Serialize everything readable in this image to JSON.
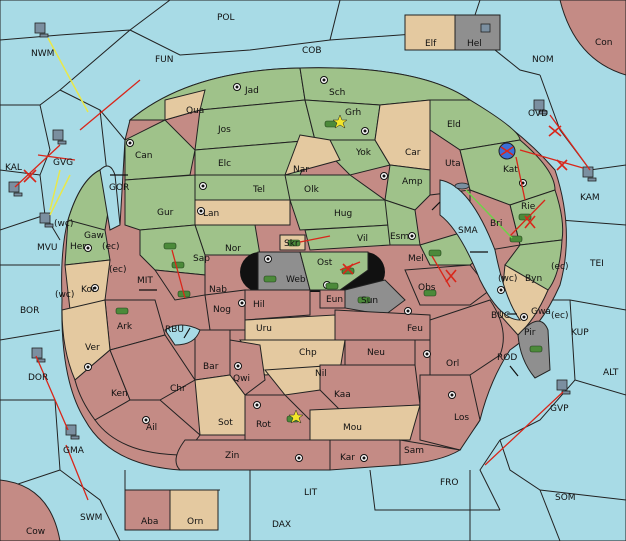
{
  "colors": {
    "sea": "#a8dbe6",
    "green_power": "#9fc28a",
    "tan_neutral": "#e4c9a0",
    "red_power": "#c48b85",
    "grey_power": "#8f8f8f",
    "yellow_move": "#e8e84a",
    "red_attack": "#d9261a",
    "green_move": "#6fd14a"
  },
  "seas": {
    "POL": "POL",
    "COB": "COB",
    "FUN": "FUN",
    "NOM": "NOM",
    "NWM": "NWM",
    "OVD": "OVD",
    "KAL": "KAL",
    "GVG": "GVG",
    "MVU": "MVU",
    "GOR": "GOR",
    "KAM": "KAM",
    "SMA": "SMA",
    "TEI": "TEI",
    "MIT": "MIT",
    "BOR": "BOR",
    "RBU": "RBU",
    "BUC": "BUC",
    "KUP": "KUP",
    "ROD": "ROD",
    "ALT": "ALT",
    "DOR": "DOR",
    "GVP": "GVP",
    "GMA": "GMA",
    "FRO": "FRO",
    "SOM": "SOM",
    "LIT": "LIT",
    "SWM": "SWM",
    "DAX": "DAX"
  },
  "lands": {
    "Jad": "Jad",
    "Sch": "Sch",
    "Qua": "Qua",
    "Jos": "Jos",
    "Grh": "Grh",
    "Can": "Can",
    "Yok": "Yok",
    "Car": "Car",
    "Eld": "Eld",
    "Elc": "Elc",
    "Nar": "Nar",
    "Uta": "Uta",
    "Kat": "Kat",
    "Tel": "Tel",
    "Olk": "Olk",
    "Amp": "Amp",
    "Gaw": "Gaw",
    "Gur": "Gur",
    "Lan": "Lan",
    "Hug": "Hug",
    "Rie": "Rie",
    "Bri": "Bri",
    "Nor": "Nor",
    "Skr": "Skr",
    "Vil": "Vil",
    "Esm": "Esm",
    "Her": "Her",
    "Sap": "Sap",
    "Web": "Web",
    "Ost": "Ost",
    "Mel": "Mel",
    "Byn": "Byn",
    "Kor": "Kor",
    "Nab": "Nab",
    "Eun": "Eun",
    "Sun": "Sun",
    "Obs": "Obs",
    "Gwa": "Gwa",
    "Hil": "Hil",
    "Nog": "Nog",
    "Ark": "Ark",
    "Uru": "Uru",
    "Feu": "Feu",
    "Pir": "Pir",
    "Ver": "Ver",
    "Chp": "Chp",
    "Neu": "Neu",
    "Bar": "Bar",
    "Qwi": "Qwi",
    "Nil": "Nil",
    "Orl": "Orl",
    "Ken": "Ken",
    "Chr": "Chr",
    "Kaa": "Kaa",
    "Sot": "Sot",
    "Rot": "Rot",
    "Ail": "Ail",
    "Mou": "Mou",
    "Los": "Los",
    "Zin": "Zin",
    "Kar": "Kar",
    "Sam": "Sam",
    "Elf": "Elf",
    "Hel": "Hel",
    "Con": "Con",
    "Cow": "Cow",
    "Aba": "Aba",
    "Orn": "Orn"
  },
  "coast_tags": {
    "wc": "(wc)",
    "ec": "(ec)"
  }
}
